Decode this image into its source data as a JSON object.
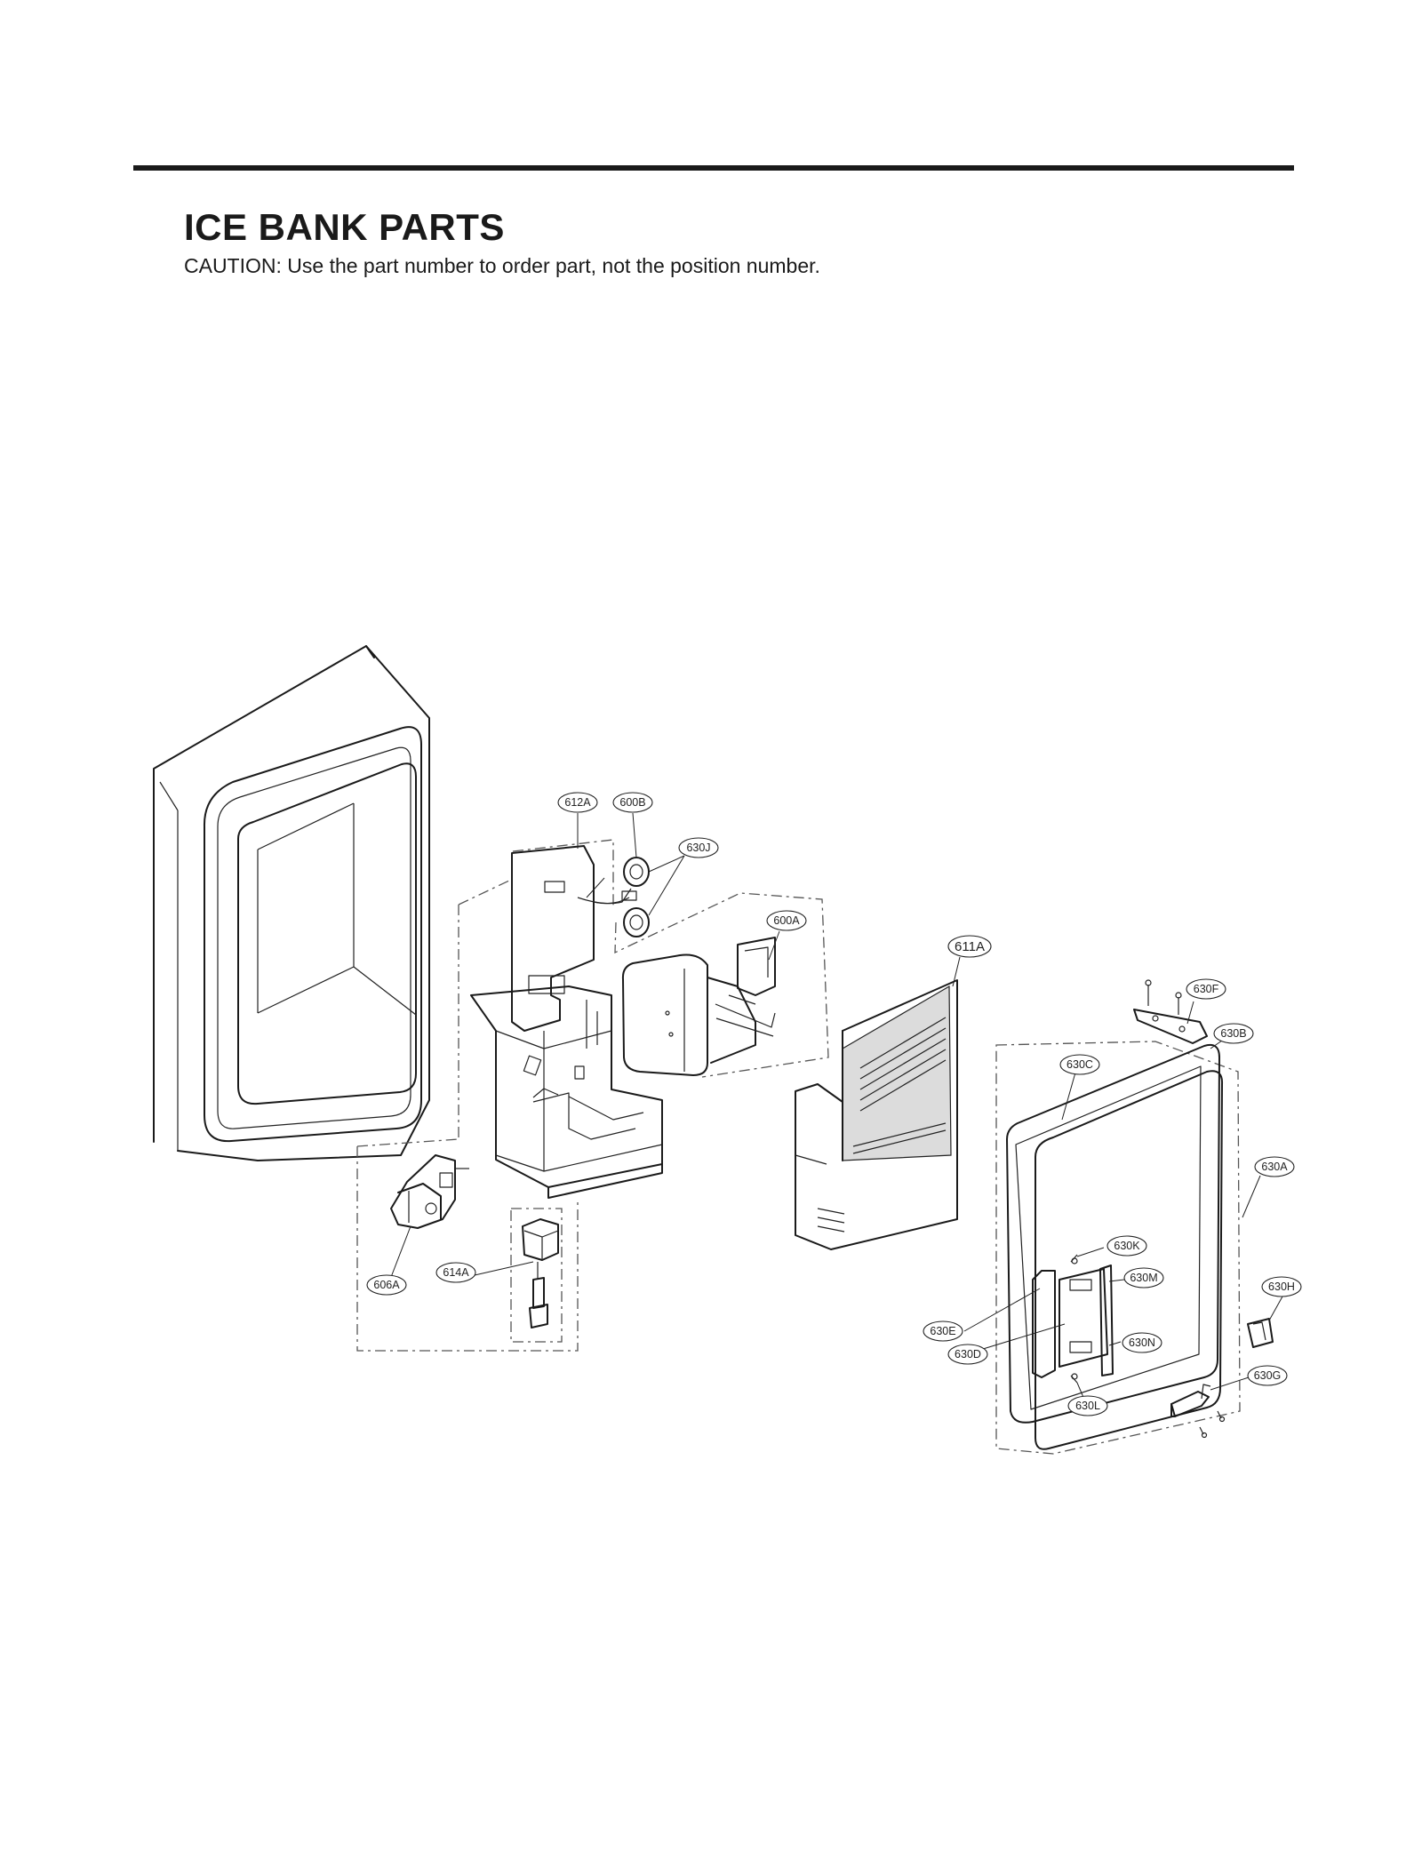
{
  "header": {
    "title": "ICE BANK PARTS",
    "caution": "CAUTION: Use the part number to order part, not the position number."
  },
  "callouts": {
    "c612A": "612A",
    "c600B": "600B",
    "c630J": "630J",
    "c600A": "600A",
    "c611A": "611A",
    "c630F": "630F",
    "c630B": "630B",
    "c630C": "630C",
    "c630A": "630A",
    "c630K": "630K",
    "c630M": "630M",
    "c630H": "630H",
    "c630E": "630E",
    "c630D": "630D",
    "c630N": "630N",
    "c630G": "630G",
    "c630L": "630L",
    "c606A": "606A",
    "c614A": "614A"
  }
}
